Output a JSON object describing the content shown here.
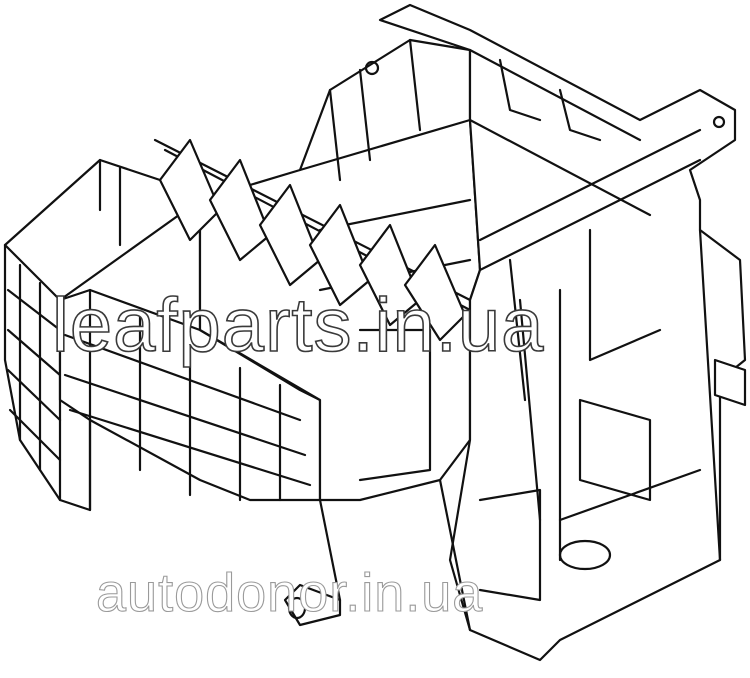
{
  "image": {
    "description_kind": "line-art part diagram",
    "stroke_color": "#111111",
    "background_color": "#ffffff"
  },
  "watermarks": {
    "primary": "leafparts.in.ua",
    "secondary": "autodonor.in.ua"
  }
}
